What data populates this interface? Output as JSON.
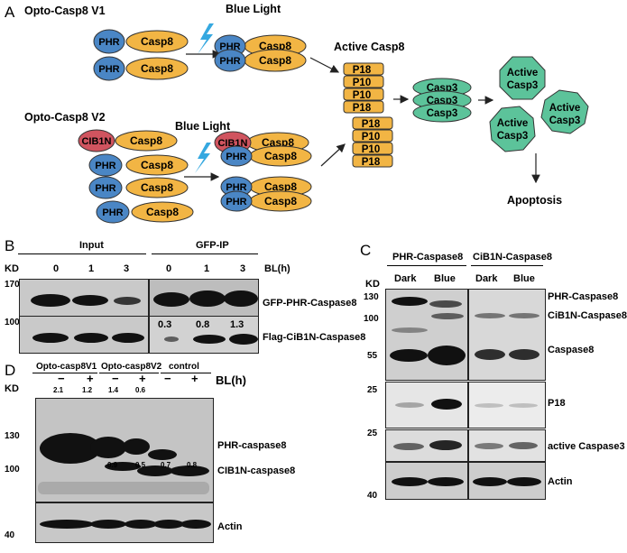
{
  "panels": {
    "A": "A",
    "B": "B",
    "C": "C",
    "D": "D"
  },
  "panelA": {
    "v1_title": "Opto-Casp8 V1",
    "v2_title": "Opto-Casp8 V2",
    "blue_light": "Blue Light",
    "active_casp8": "Active Casp8",
    "phr": "PHR",
    "cib1n": "CIB1N",
    "casp8": "Casp8",
    "p18": "P18",
    "p10": "P10",
    "casp3": "Casp3",
    "active": "Active",
    "casp3_word": "Casp3",
    "apoptosis": "Apoptosis"
  },
  "panelB": {
    "input": "Input",
    "gfp_ip": "GFP-IP",
    "kd": "KD",
    "lanes": [
      "0",
      "1",
      "3",
      "0",
      "1",
      "3"
    ],
    "bl": "BL(h)",
    "mw_top": "170",
    "mw_bottom": "100",
    "row1": "GFP-PHR-Caspase8",
    "row2": "Flag-CiB1N-Caspase8",
    "quant": [
      "0.3",
      "0.8",
      "1.3"
    ]
  },
  "panelC": {
    "group1": "PHR-Caspase8",
    "group2": "CiB1N-Caspase8",
    "kd": "KD",
    "lanes": [
      "Dark",
      "Blue",
      "Dark",
      "Blue"
    ],
    "mw": [
      "130",
      "100",
      "55",
      "25",
      "25",
      "40"
    ],
    "labels": [
      "PHR-Caspase8",
      "CiB1N-Caspase8",
      "Caspase8",
      "P18",
      "active Caspase3",
      "Actin"
    ]
  },
  "panelD": {
    "group1": "Opto-casp8V1",
    "group2": "Opto-casp8V2",
    "group3": "control",
    "kd": "KD",
    "signs": [
      "−",
      "+",
      "−",
      "+",
      "−",
      "+"
    ],
    "bl": "BL(h)",
    "quant_top": [
      "2.1",
      "1.2",
      "1.4",
      "0.6"
    ],
    "quant_mid": [
      "0.9",
      "0.5",
      "0.7",
      "0.8"
    ],
    "mw": [
      "130",
      "100",
      "40"
    ],
    "labels": [
      "PHR-caspase8",
      "CIB1N-caspase8",
      "Actin"
    ]
  },
  "colors": {
    "phr": "#4a86c5",
    "cib1n": "#d0545f",
    "casp8": "#f2b544",
    "casp3": "#5cc39a",
    "bolt": "#35a8e0"
  }
}
